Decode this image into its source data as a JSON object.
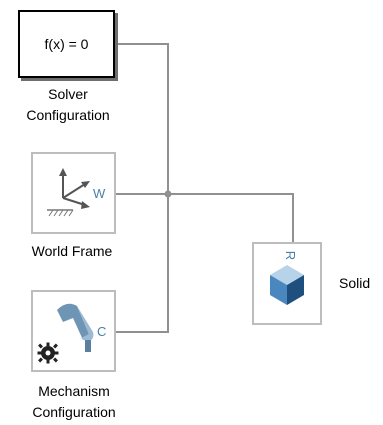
{
  "blocks": {
    "solver": {
      "expression": "f(x) = 0",
      "label_line1": "Solver",
      "label_line2": "Configuration"
    },
    "world": {
      "port": "W",
      "label": "World Frame"
    },
    "mechanism": {
      "port": "C",
      "label_line1": "Mechanism",
      "label_line2": "Configuration"
    },
    "solid": {
      "port": "R",
      "label": "Solid"
    }
  },
  "colors": {
    "wire": "#909090",
    "port_text": "#4a7fa8",
    "block_border": "#bdbdbd",
    "solver_border": "#000000",
    "cube_top": "#b6d3ea",
    "cube_left": "#4b87bf",
    "cube_right": "#1f4f7f"
  }
}
